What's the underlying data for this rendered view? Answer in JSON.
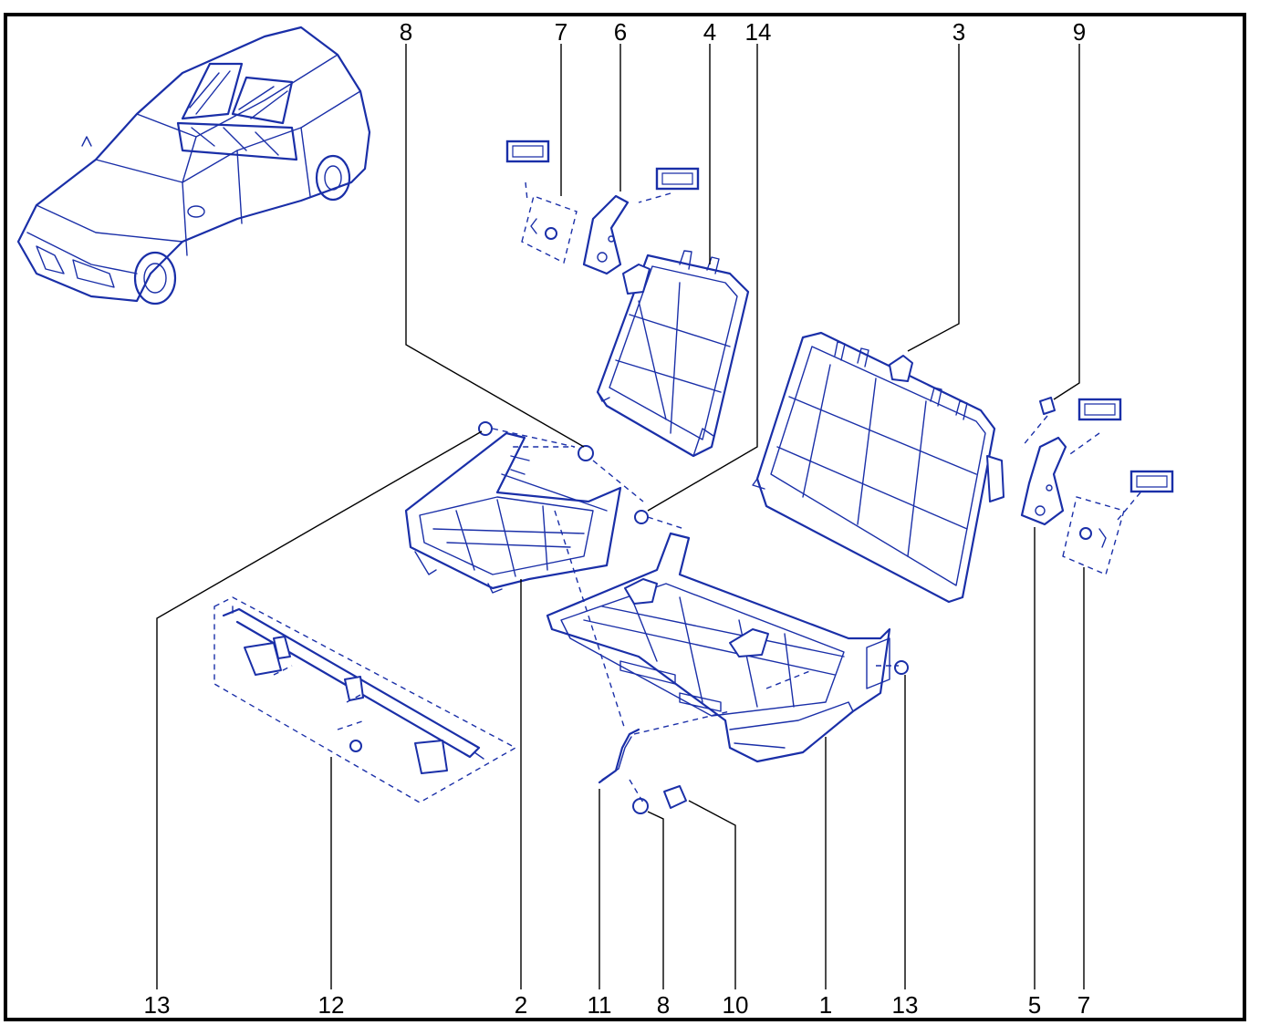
{
  "colors": {
    "line": "#1a2fa8",
    "frame": "#000000",
    "background": "#ffffff"
  },
  "callouts": [
    {
      "id": "c8top",
      "text": "8"
    },
    {
      "id": "c7top",
      "text": "7"
    },
    {
      "id": "c6",
      "text": "6"
    },
    {
      "id": "c4",
      "text": "4"
    },
    {
      "id": "c14",
      "text": "14"
    },
    {
      "id": "c3",
      "text": "3"
    },
    {
      "id": "c9",
      "text": "9"
    },
    {
      "id": "c13l",
      "text": "13"
    },
    {
      "id": "c12",
      "text": "12"
    },
    {
      "id": "c2",
      "text": "2"
    },
    {
      "id": "c11",
      "text": "11"
    },
    {
      "id": "c8bot",
      "text": "8"
    },
    {
      "id": "c10",
      "text": "10"
    },
    {
      "id": "c1",
      "text": "1"
    },
    {
      "id": "c13r",
      "text": "13"
    },
    {
      "id": "c5",
      "text": "5"
    },
    {
      "id": "c7bot",
      "text": "7"
    }
  ]
}
